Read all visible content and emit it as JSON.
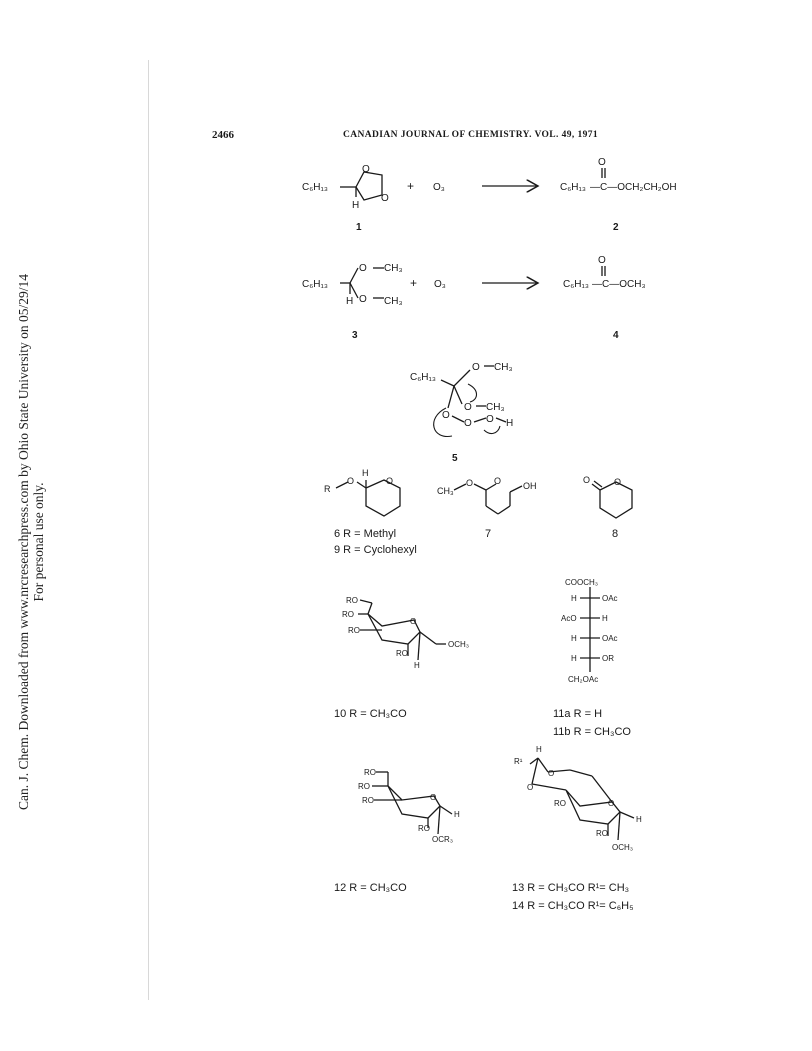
{
  "watermark": {
    "line1": "Can. J. Chem. Downloaded from www.nrcresearchpress.com by Ohio State University on 05/29/14",
    "line2": "For personal use only."
  },
  "page": {
    "number": "2466",
    "running_head": "CANADIAN JOURNAL OF CHEMISTRY. VOL. 49, 1971"
  },
  "compounds": {
    "c1": "1",
    "c2": "2",
    "c3": "3",
    "c4": "4",
    "c5": "5",
    "c7": "7",
    "c8": "8",
    "label6": "6  R = Methyl",
    "label9": "9  R = Cyclohexyl",
    "label10": "10  R = CH₃CO",
    "label11a": "11a   R = H",
    "label11b": "11b   R = CH₃CO",
    "label12": "12  R =  CH₃CO",
    "label13": "13  R = CH₃CO      R¹= CH₃",
    "label14": "14  R = CH₃CO      R¹= C₆H₅"
  },
  "atoms": {
    "ozone": "O₃",
    "plus": "+",
    "O": "O",
    "H": "H",
    "R": "R",
    "OH": "OH",
    "RO": "RO",
    "OR": "OR",
    "CH3": "CH₃",
    "OCH3": "OCH₃",
    "OCR3": "OCR₃",
    "C6H13": "C₆H₁₃",
    "ester2": "—C—OCH₂CH₂OH",
    "ester4": "—C—OCH₃",
    "OAc": "OAc",
    "AcO": "AcO",
    "COOCH3": "COOCH₃",
    "CH2OAc": "CH₂OAc",
    "R1": "R¹"
  }
}
